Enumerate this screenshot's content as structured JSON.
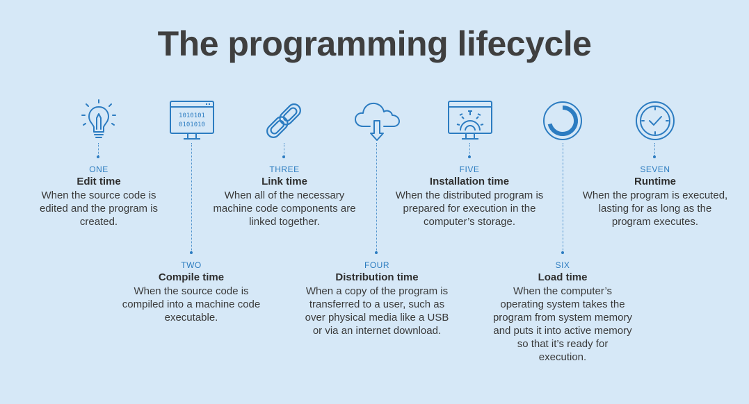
{
  "title": "The programming lifecycle",
  "colors": {
    "background": "#d6e8f7",
    "accent": "#2c7cc1",
    "text": "#3a3a3a"
  },
  "steps": [
    {
      "number": "ONE",
      "name": "Edit time",
      "description": "When the source code is edited and the program is created.",
      "icon": "lightbulb-pencil-icon"
    },
    {
      "number": "TWO",
      "name": "Compile time",
      "description": "When the source code is compiled into a machine code executable.",
      "icon": "binary-monitor-icon"
    },
    {
      "number": "THREE",
      "name": "Link time",
      "description": "When all of the necessary machine code components are linked together.",
      "icon": "chain-link-icon"
    },
    {
      "number": "FOUR",
      "name": "Distribution time",
      "description": "When a copy of the program is transferred to a user, such as over physical media like a USB or via an internet download.",
      "icon": "cloud-download-icon"
    },
    {
      "number": "FIVE",
      "name": "Installation time",
      "description": "When the distributed program is prepared for execution in the computer’s storage.",
      "icon": "gear-monitor-icon"
    },
    {
      "number": "SIX",
      "name": "Load time",
      "description": "When the computer’s operating system takes the program from system memory and puts it into active memory so that it’s ready for execution.",
      "icon": "loading-ring-icon"
    },
    {
      "number": "SEVEN",
      "name": "Runtime",
      "description": "When the program is executed, lasting for as long as the program executes.",
      "icon": "clock-check-icon"
    }
  ]
}
